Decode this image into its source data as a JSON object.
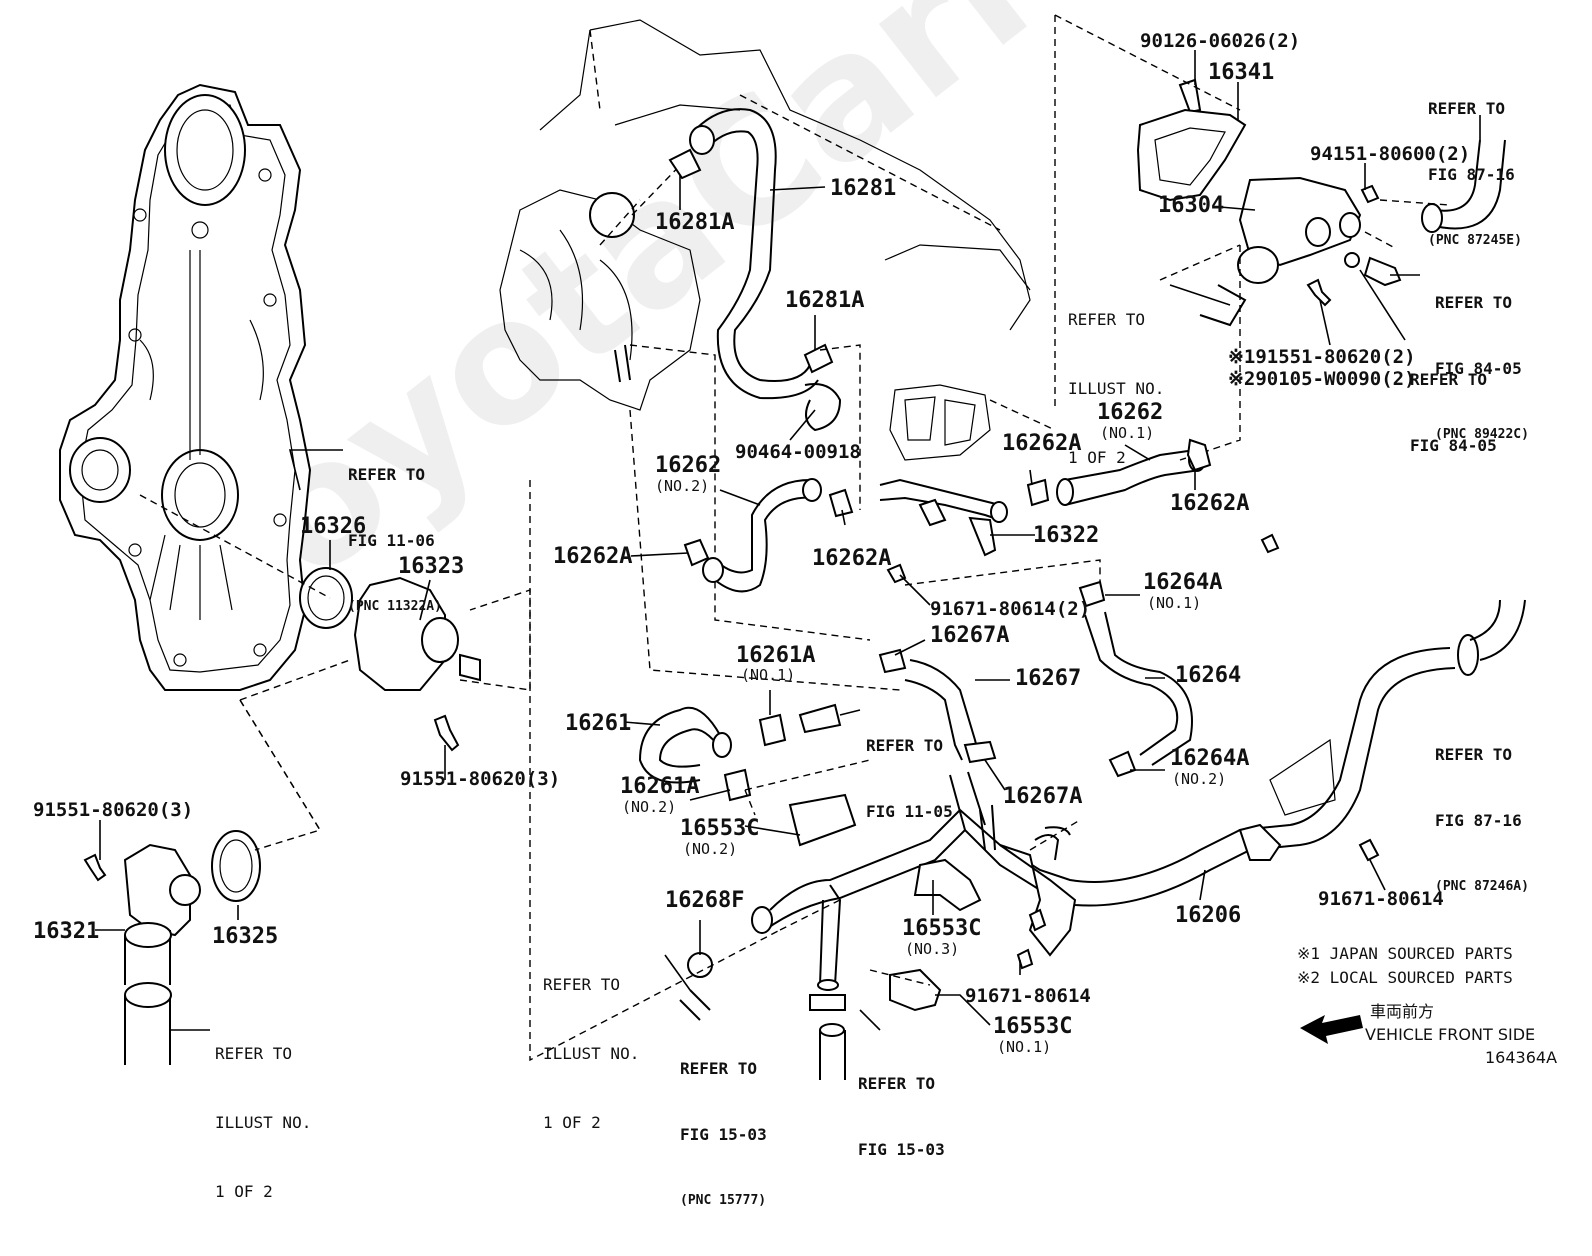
{
  "watermark": "ToyotaCarMirror.ru",
  "figure_id": "164364A",
  "notes": {
    "note1": "※1 JAPAN SOURCED PARTS",
    "note2": "※2 LOCAL SOURCED PARTS",
    "direction_jp": "車両前方",
    "direction_en": "VEHICLE FRONT SIDE"
  },
  "parts": {
    "p90126": "90126-06026(2)",
    "p16341": "16341",
    "p16281": "16281",
    "p16281A_top": "16281A",
    "p16281A_mid": "16281A",
    "p94151": "94151-80600(2)",
    "p16304": "16304",
    "p90464": "90464-00918",
    "p16262_no2": "16262",
    "p16262_no2_sub": "(NO.2)",
    "p16262_no1": "16262",
    "p16262_no1_sub": "(NO.1)",
    "p16262A_a": "16262A",
    "p16262A_b": "16262A",
    "p16262A_c": "16262A",
    "p16262A_d": "16262A",
    "p191551": "※191551-80620(2)",
    "p290105": "※290105-W0090(2)",
    "p16322": "16322",
    "p16326": "16326",
    "p16323": "16323",
    "p91671_2": "91671-80614(2)",
    "p16264A_no1": "16264A",
    "p16264A_no1_sub": "(NO.1)",
    "p16267A_top": "16267A",
    "p16267": "16267",
    "p16264": "16264",
    "p16261A_no1": "16261A",
    "p16261A_no1_sub": "(NO.1)",
    "p16261": "16261",
    "p16261A_no2": "16261A",
    "p16261A_no2_sub": "(NO.2)",
    "p91551_3a": "91551-80620(3)",
    "p91551_3b": "91551-80620(3)",
    "p16264A_no2": "16264A",
    "p16264A_no2_sub": "(NO.2)",
    "p16267A_bot": "16267A",
    "p16553C_no2": "16553C",
    "p16553C_no2_sub": "(NO.2)",
    "p16321": "16321",
    "p16325": "16325",
    "p16268F": "16268F",
    "p16553C_no3": "16553C",
    "p16553C_no3_sub": "(NO.3)",
    "p16206": "16206",
    "p91671_a": "91671-80614",
    "p91671_b": "91671-80614",
    "p16553C_no1": "16553C",
    "p16553C_no1_sub": "(NO.1)"
  },
  "refs": {
    "r87_16_top": [
      "REFER TO",
      "FIG 87-16",
      "(PNC 87245E)"
    ],
    "r84_05_a": [
      "REFER TO",
      "FIG 84-05",
      "(PNC 89422C)"
    ],
    "r84_05_b": [
      "REFER TO",
      "FIG 84-05"
    ],
    "r_illust_top": [
      "REFER TO",
      "ILLUST NO.",
      "1 OF 2"
    ],
    "r11_06": [
      "REFER TO",
      "FIG 11-06",
      "(PNC 11322A)"
    ],
    "r11_05": [
      "REFER TO",
      "FIG 11-05"
    ],
    "r87_16_right": [
      "REFER TO",
      "FIG 87-16",
      "(PNC 87246A)"
    ],
    "r_illust_bl": [
      "REFER TO",
      "ILLUST NO.",
      "1 OF 2"
    ],
    "r_illust_bm": [
      "REFER TO",
      "ILLUST NO.",
      "1 OF 2"
    ],
    "r15_03_a": [
      "REFER TO",
      "FIG 15-03",
      "(PNC 15777)"
    ],
    "r15_03_b": [
      "REFER TO",
      "FIG 15-03"
    ]
  }
}
